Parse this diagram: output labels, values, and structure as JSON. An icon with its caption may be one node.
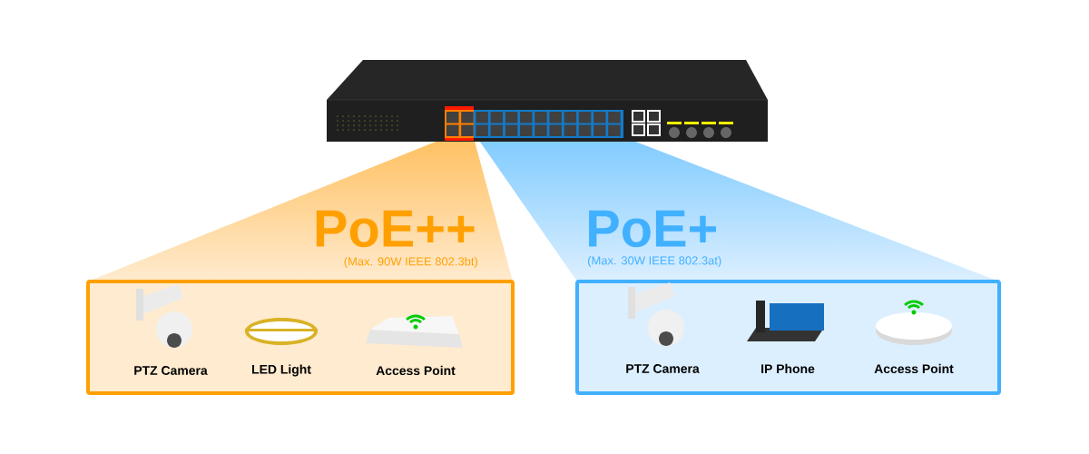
{
  "diagram": {
    "nodes": [
      {
        "text": [],
        "shape": "picture"
      },
      {
        "text": [
          "PoE++",
          "(Max. 90W IEEE 802.3bt)"
        ]
      },
      {
        "text": [
          "PTZ Camera"
        ],
        "in": 1
      },
      {
        "text": [
          "LED Light"
        ],
        "in": 1
      },
      {
        "text": [
          "Access Point"
        ],
        "in": 1
      },
      {
        "text": [
          "PoE+",
          "(Max. 30W IEEE 802.3at)"
        ]
      },
      {
        "text": [
          "PTZ Camera"
        ],
        "in": 5
      },
      {
        "text": [
          "IP Phone"
        ],
        "in": 5
      },
      {
        "text": [
          "Access Point"
        ],
        "in": 5
      }
    ]
  }
}
